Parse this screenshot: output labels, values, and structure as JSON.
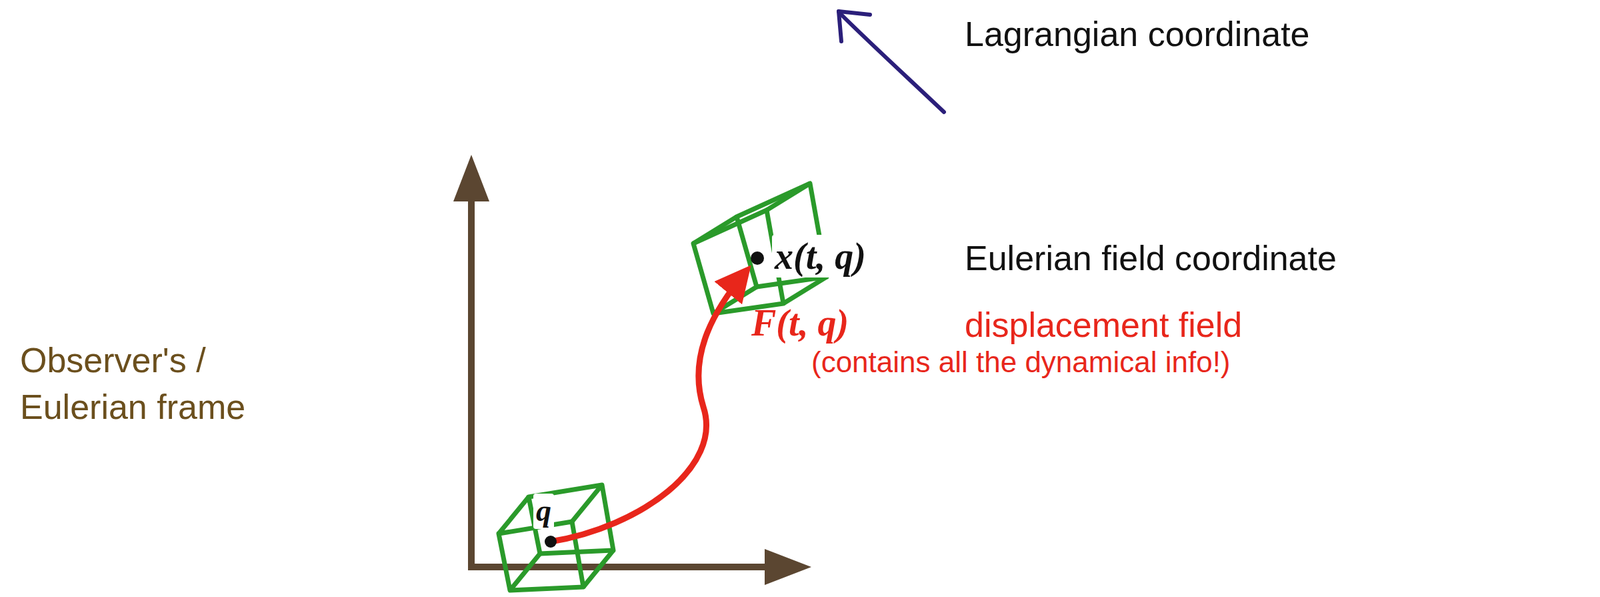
{
  "diagram": {
    "labels": [
      "Lagrangian coordinate",
      "x(t, q)",
      "Eulerian field coordinate",
      "F(t, q)",
      "displacement field",
      "(contains all the dynamical info!)",
      "Observer's / Eulerian frame",
      "q"
    ]
  }
}
